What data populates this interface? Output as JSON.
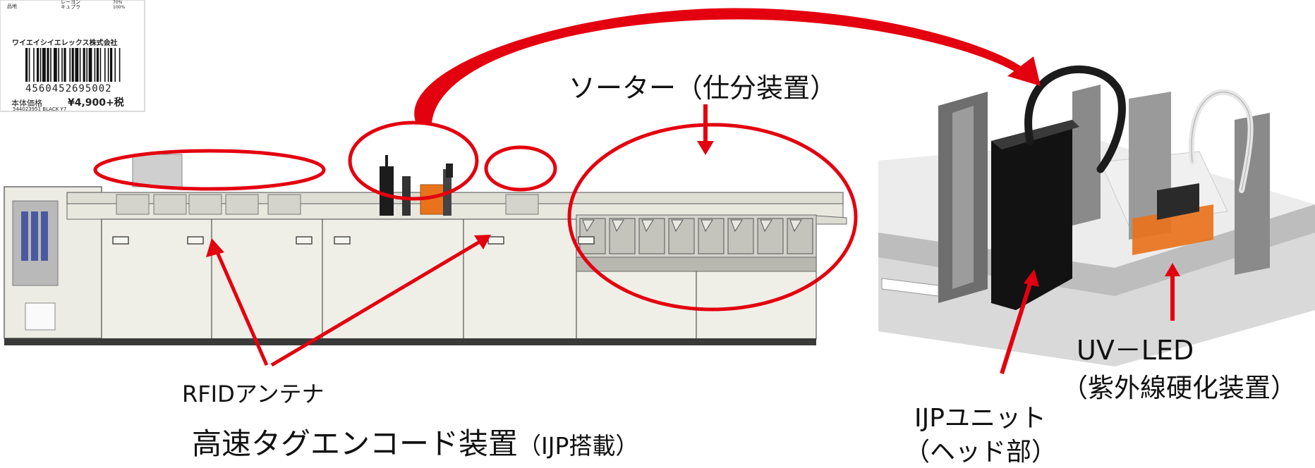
{
  "tag": {
    "row_left": "品地",
    "row_mid": "レーヨン\nキュプラ",
    "row_right": "70%\n100%",
    "company": "ワイエイシイエレックス株式会社",
    "barcode_number": "4560452695002",
    "price_label": "本体価格",
    "price_value": "¥4,900+税",
    "product_code": "544023951  BLACK Y7"
  },
  "labels": {
    "sorter": "ソーター（仕分装置）",
    "rfid": "RFIDアンテナ",
    "device_title": "高速タグエンコード装置",
    "device_title_note": "（IJP搭載）",
    "uvled_line1": "UV－LED",
    "uvled_line2": "（紫外線硬化装置）",
    "ijp_line1": "IJPユニット",
    "ijp_line2": "（ヘッド部）"
  },
  "colors": {
    "annotation_red": "#e3000f",
    "machine_body": "#eeeee6",
    "machine_outline": "#555555",
    "orange_led": "#e8731c"
  }
}
